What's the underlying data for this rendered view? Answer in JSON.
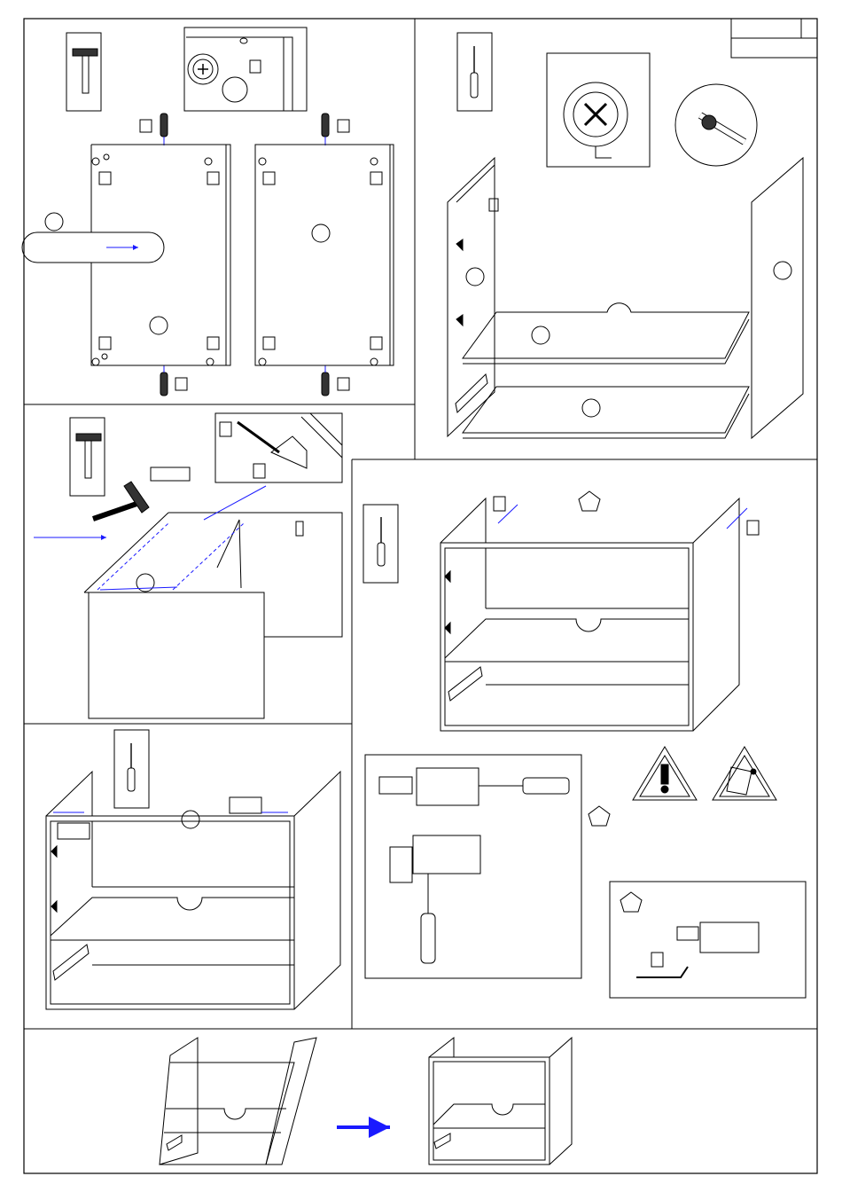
{
  "page": {
    "title_block": {
      "cell_left": "",
      "cell_right": ""
    }
  },
  "steps": [
    {
      "id": "panel-1",
      "tool": "hammer-icon",
      "part_labels": [
        "",
        "",
        "",
        "",
        "",
        "",
        "",
        ""
      ]
    },
    {
      "id": "panel-2",
      "tool": "screwdriver-icon",
      "part_labels": []
    },
    {
      "id": "panel-3",
      "tool": "hammer-icon",
      "part_labels": [
        "",
        "",
        ""
      ]
    },
    {
      "id": "panel-4",
      "tool": "screwdriver-icon",
      "part_labels": [
        "",
        ""
      ]
    },
    {
      "id": "panel-5",
      "tool": "screwdriver-icon",
      "part_labels": [
        "",
        ""
      ]
    },
    {
      "id": "panel-6",
      "tool": "",
      "part_labels": []
    }
  ],
  "warnings": [
    {
      "icon": "warning-exclamation-icon"
    },
    {
      "icon": "warning-tipping-icon"
    }
  ],
  "colors": {
    "ink": "#000000",
    "accent": "#1a1aff",
    "paper": "#ffffff"
  }
}
